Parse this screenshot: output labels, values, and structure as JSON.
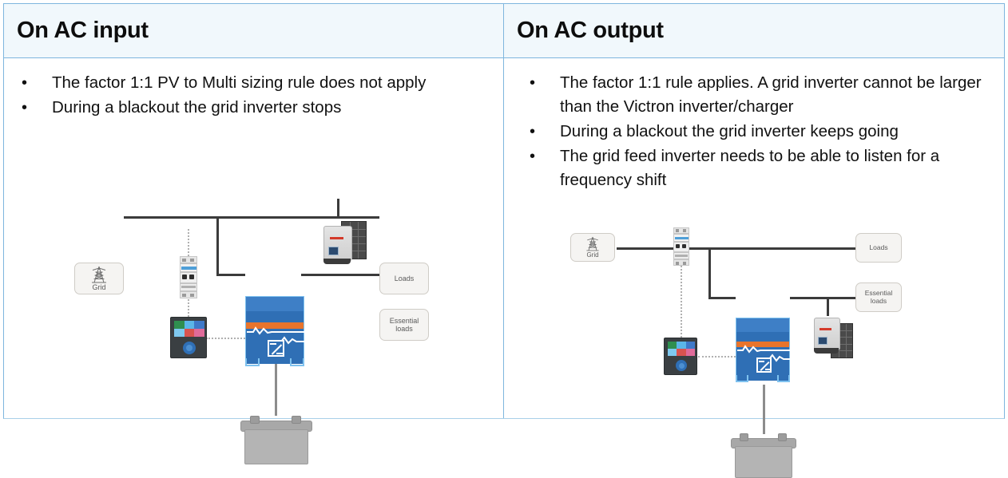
{
  "slide": {
    "columns": [
      {
        "id": "ac-input",
        "header": "On AC input",
        "bullets": [
          "The factor 1:1 PV to Multi sizing rule does not apply",
          "During a blackout the grid inverter stops"
        ],
        "diagram": {
          "nodes": {
            "grid_label": "Grid",
            "loads_label": "Loads",
            "essential_loads_label": "Essential\nloads",
            "essential_loads_line1": "Essential",
            "essential_loads_line2": "loads"
          },
          "icons": [
            "grid-pylon-icon",
            "energy-meter-icon",
            "gx-display-icon",
            "multiplus-inverter-charger-icon",
            "grid-tie-pv-inverter-icon",
            "battery-icon"
          ],
          "pv_inverter_position": "ac-input-side"
        }
      },
      {
        "id": "ac-output",
        "header": "On AC output",
        "bullets": [
          "The factor 1:1 rule applies. A grid inverter cannot be larger than the Victron inverter/charger",
          "During a blackout the grid inverter keeps going",
          "The grid feed inverter needs to be able to listen for a frequency shift"
        ],
        "diagram": {
          "nodes": {
            "grid_label": "Grid",
            "loads_label": "Loads",
            "essential_loads_label": "Essential loads",
            "essential_loads_line1": "Essential",
            "essential_loads_line2": "loads"
          },
          "icons": [
            "grid-pylon-icon",
            "energy-meter-icon",
            "gx-display-icon",
            "multiplus-inverter-charger-icon",
            "grid-tie-pv-inverter-icon",
            "battery-icon"
          ],
          "pv_inverter_position": "ac-output-side"
        }
      }
    ],
    "bullet_glyph": "•",
    "colors": {
      "table_border": "#7eb6de",
      "header_background": "#f1f8fc",
      "multi_blue": "#2f6fb5",
      "multi_accent_orange": "#e8742c",
      "wire": "#3b3b3b",
      "node_fill": "#f5f4f2",
      "battery_gray": "#b4b4b4"
    }
  }
}
